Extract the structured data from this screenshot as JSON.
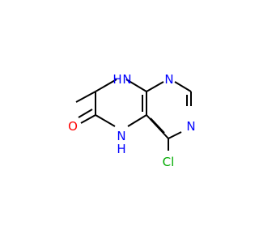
{
  "molecule": {
    "atoms": {
      "o": {
        "text": "O",
        "color": "#ff0000"
      },
      "cl": {
        "text": "Cl",
        "color": "#00aa00"
      },
      "n1": {
        "text": "N",
        "color": "#0000ff"
      },
      "n2": {
        "text": "N",
        "color": "#0000ff"
      },
      "n3": {
        "text": "N",
        "color": "#0000ff"
      },
      "nh_top": {
        "text": "H",
        "color": "#0000ff"
      },
      "n_top": {
        "text": "N",
        "color": "#0000ff"
      },
      "n_bottom": {
        "text": "N",
        "color": "#0000ff"
      },
      "nh_bottom": {
        "text": "H",
        "color": "#0000ff"
      }
    },
    "bond_color": "#000000"
  }
}
